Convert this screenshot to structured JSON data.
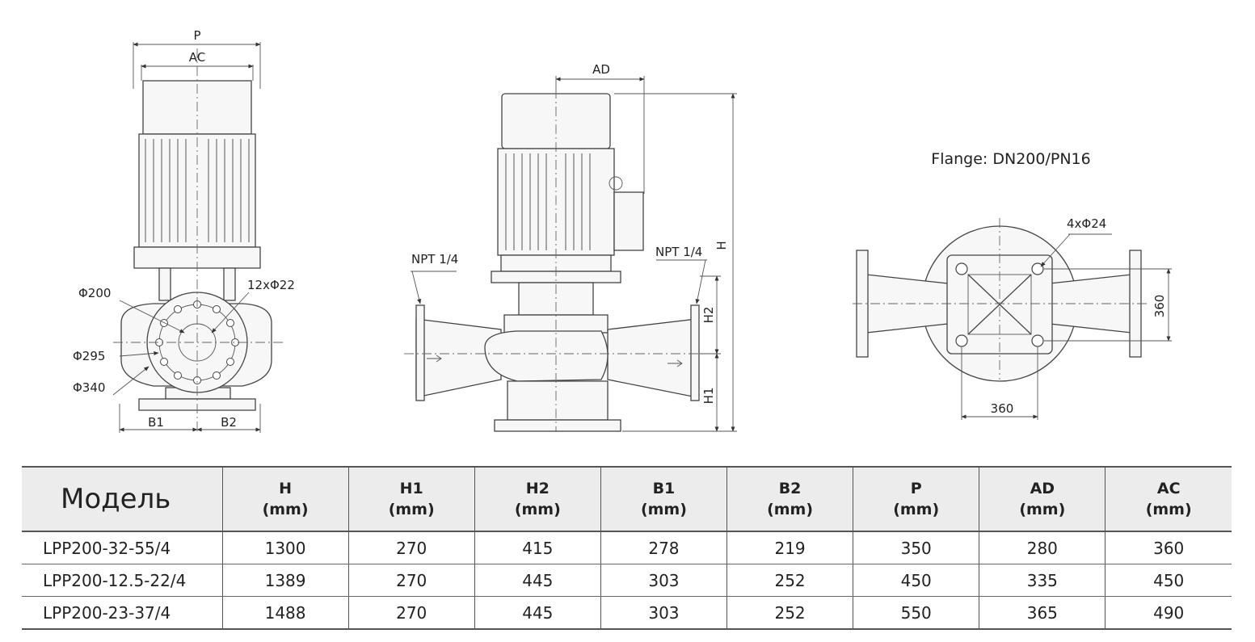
{
  "diagram": {
    "front_view": {
      "dim_p": "P",
      "dim_ac": "AC",
      "dim_b1": "B1",
      "dim_b2": "B2",
      "label_d200": "Φ200",
      "label_d295": "Φ295",
      "label_d340": "Φ340",
      "label_holes": "12xΦ22"
    },
    "side_view": {
      "dim_ad": "AD",
      "dim_h": "H",
      "dim_h1": "H1",
      "dim_h2": "H2",
      "npt_left": "NPT 1/4",
      "npt_right": "NPT 1/4"
    },
    "base_view": {
      "flange_title": "Flange: DN200/PN16",
      "bolt_holes": "4xΦ24",
      "dim_width": "360",
      "dim_height": "360"
    }
  },
  "table": {
    "model_header": "Модель",
    "columns": [
      {
        "name": "H",
        "unit": "(mm)"
      },
      {
        "name": "H1",
        "unit": "(mm)"
      },
      {
        "name": "H2",
        "unit": "(mm)"
      },
      {
        "name": "B1",
        "unit": "(mm)"
      },
      {
        "name": "B2",
        "unit": "(mm)"
      },
      {
        "name": "P",
        "unit": "(mm)"
      },
      {
        "name": "AD",
        "unit": "(mm)"
      },
      {
        "name": "AC",
        "unit": "(mm)"
      }
    ],
    "rows": [
      {
        "model": "LPP200-32-55/4",
        "values": [
          "1300",
          "270",
          "415",
          "278",
          "219",
          "350",
          "280",
          "360"
        ]
      },
      {
        "model": "LPP200-12.5-22/4",
        "values": [
          "1389",
          "270",
          "445",
          "303",
          "252",
          "450",
          "335",
          "450"
        ]
      },
      {
        "model": "LPP200-23-37/4",
        "values": [
          "1488",
          "270",
          "445",
          "303",
          "252",
          "550",
          "365",
          "490"
        ]
      }
    ]
  }
}
